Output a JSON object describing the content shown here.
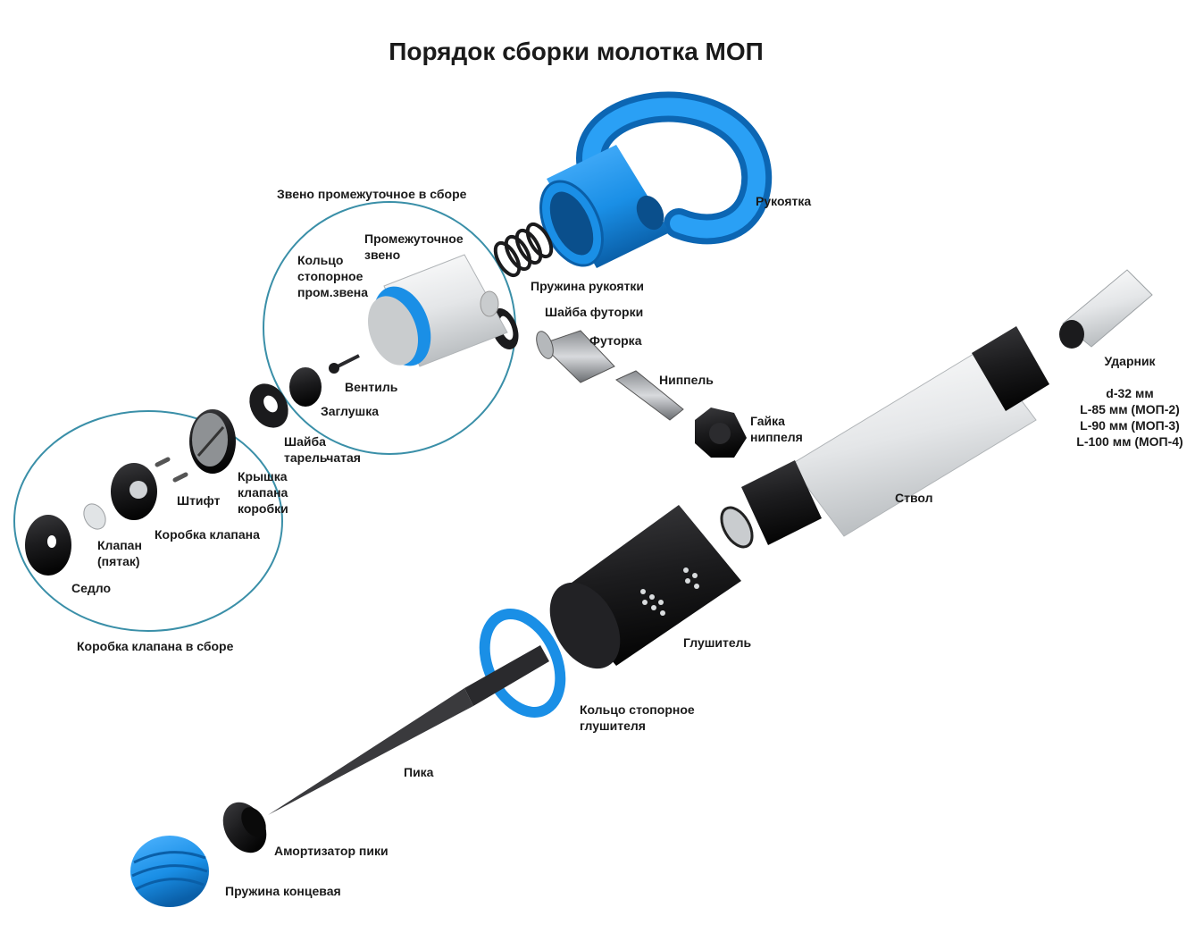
{
  "title": "Порядок сборки молотка МОП",
  "groups": {
    "intermediate_assembly": "Звено промежуточное в сборе",
    "valve_box_assembly": "Коробка клапана в сборе"
  },
  "parts": {
    "handle": "Рукоятка",
    "handle_spring": "Пружина рукоятки",
    "fitting_washer": "Шайба футорки",
    "fitting": "Футорка",
    "nipple": "Ниппель",
    "nipple_nut": "Гайка\nниппеля",
    "striker": "Ударник",
    "striker_specs": "d-32 мм\nL-85 мм (МОП-2)\nL-90 мм (МОП-3)\nL-100 мм (МОП-4)",
    "barrel": "Ствол",
    "intermediate_link": "Промежуточное\nзвено",
    "retaining_ring_link": "Кольцо\nстопорное\nпром.звена",
    "valve_stem": "Вентиль",
    "plug": "Заглушка",
    "disc_washer": "Шайба\nтарельчатая",
    "valve_box_cover": "Крышка\nклапана\nкоробки",
    "pin": "Штифт",
    "valve_box": "Коробка клапана",
    "valve": "Клапан\n(пятак)",
    "seat": "Седло",
    "muffler": "Глушитель",
    "muffler_ring": "Кольцо стопорное\nглушителя",
    "pike": "Пика",
    "pike_absorber": "Амортизатор пики",
    "end_spring": "Пружина концевая"
  },
  "colors": {
    "blue": "#1a8fe6",
    "blue_dark": "#0c66b3",
    "black": "#1b1b1d",
    "grey": "#d9dcde",
    "circle": "#3a8fa8"
  }
}
